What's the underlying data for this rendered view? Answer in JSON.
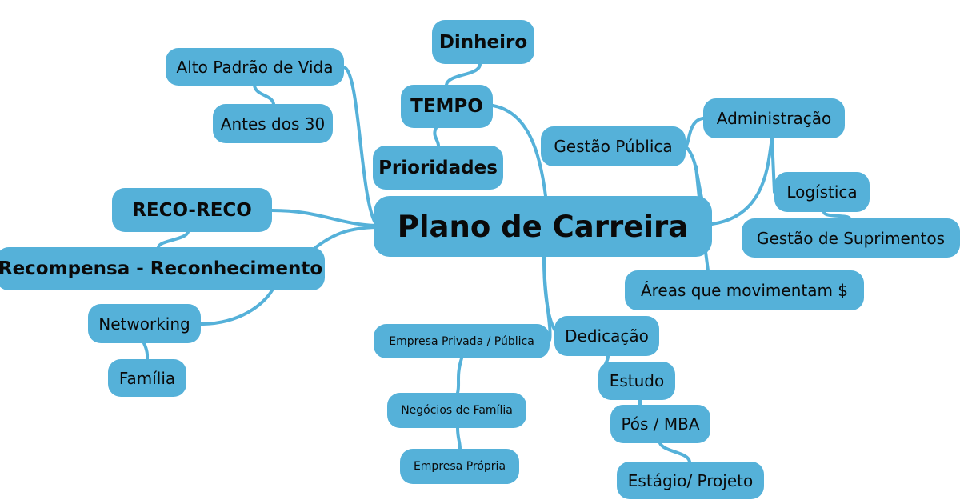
{
  "center": "Plano de Carreira",
  "nodes": {
    "dinheiro": "Dinheiro",
    "tempo": "TEMPO",
    "prioridades": "Prioridades",
    "alto_padrao": "Alto Padrão de Vida",
    "antes_30": "Antes dos 30",
    "reco_reco": "RECO-RECO",
    "recompensa": "Recompensa - Reconhecimento",
    "networking": "Networking",
    "familia": "Família",
    "gestao_publica": "Gestão Pública",
    "administracao": "Administração",
    "logistica": "Logística",
    "gestao_suprimentos": "Gestão de Suprimentos",
    "areas": "Áreas que movimentam $",
    "dedicacao": "Dedicação",
    "empresa_privada": "Empresa Privada / Pública",
    "negocios_familia": "Negócios de Família",
    "empresa_propria": "Empresa Própria",
    "estudo": "Estudo",
    "pos_mba": "Pós / MBA",
    "estagio": "Estágio/ Projeto"
  },
  "colors": {
    "node": "#55b1d9",
    "text": "#0a0a0a"
  }
}
